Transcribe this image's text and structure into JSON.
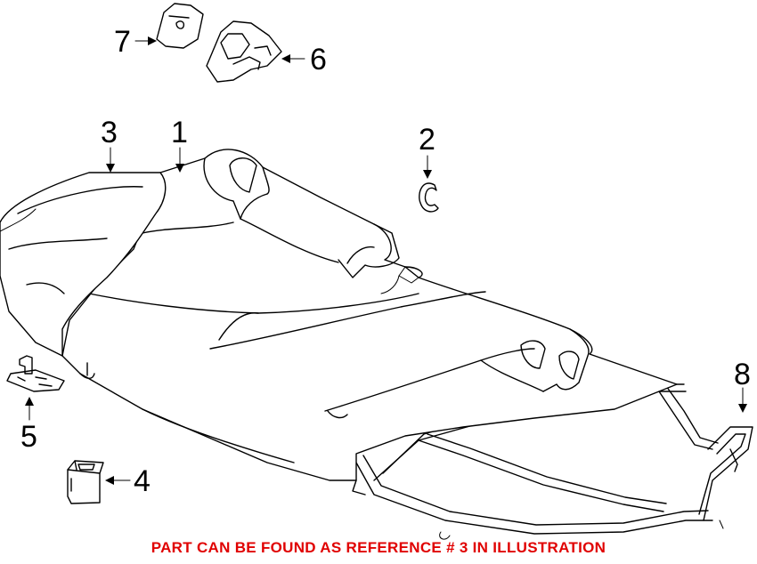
{
  "callouts": {
    "c1": "1",
    "c2": "2",
    "c3": "3",
    "c4": "4",
    "c5": "5",
    "c6": "6",
    "c7": "7",
    "c8": "8"
  },
  "footer_note": "PART CAN BE FOUND AS REFERENCE # 3 IN ILLUSTRATION",
  "colors": {
    "line": "#000000",
    "note": "#e00000",
    "background": "#ffffff"
  }
}
